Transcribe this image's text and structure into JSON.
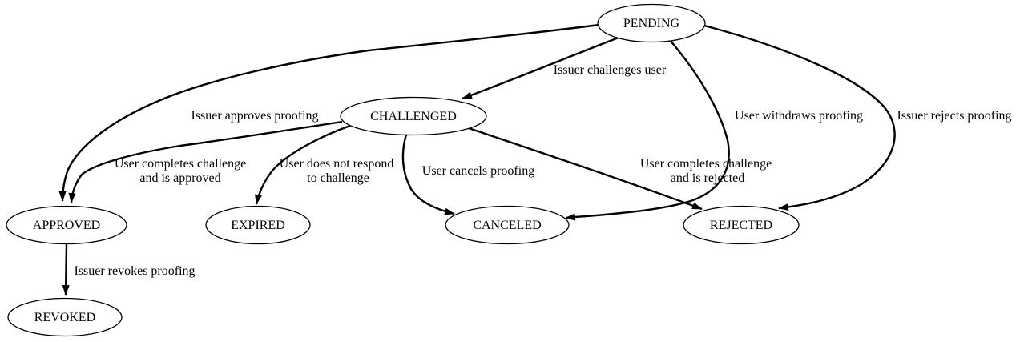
{
  "diagram": {
    "type": "state-transition-diagram",
    "background_color": "#ffffff",
    "node_fill_color": "#ffffff",
    "line_color": "#000000",
    "text_color": "#000000",
    "nodes": [
      {
        "id": "pending",
        "label": "PENDING"
      },
      {
        "id": "challenged",
        "label": "CHALLENGED"
      },
      {
        "id": "approved",
        "label": "APPROVED"
      },
      {
        "id": "expired",
        "label": "EXPIRED"
      },
      {
        "id": "canceled",
        "label": "CANCELED"
      },
      {
        "id": "rejected",
        "label": "REJECTED"
      },
      {
        "id": "revoked",
        "label": "REVOKED"
      }
    ],
    "edges": [
      {
        "from": "PENDING",
        "to": "CHALLENGED",
        "label": "Issuer challenges user"
      },
      {
        "from": "PENDING",
        "to": "APPROVED",
        "label": "Issuer approves proofing"
      },
      {
        "from": "PENDING",
        "to": "CANCELED",
        "label": "User withdraws proofing"
      },
      {
        "from": "PENDING",
        "to": "REJECTED",
        "label": "Issuer rejects proofing"
      },
      {
        "from": "CHALLENGED",
        "to": "APPROVED",
        "label": "User completes challenge and is approved",
        "line1": "User completes challenge",
        "line2": "and is approved"
      },
      {
        "from": "CHALLENGED",
        "to": "EXPIRED",
        "label": "User does not respond to challenge",
        "line1": "User does not respond",
        "line2": "to challenge"
      },
      {
        "from": "CHALLENGED",
        "to": "CANCELED",
        "label": "User cancels proofing"
      },
      {
        "from": "CHALLENGED",
        "to": "REJECTED",
        "label": "User completes challenge and is rejected",
        "line1": "User completes challenge",
        "line2": "and is rejected"
      },
      {
        "from": "APPROVED",
        "to": "REVOKED",
        "label": "Issuer revokes proofing"
      }
    ]
  }
}
